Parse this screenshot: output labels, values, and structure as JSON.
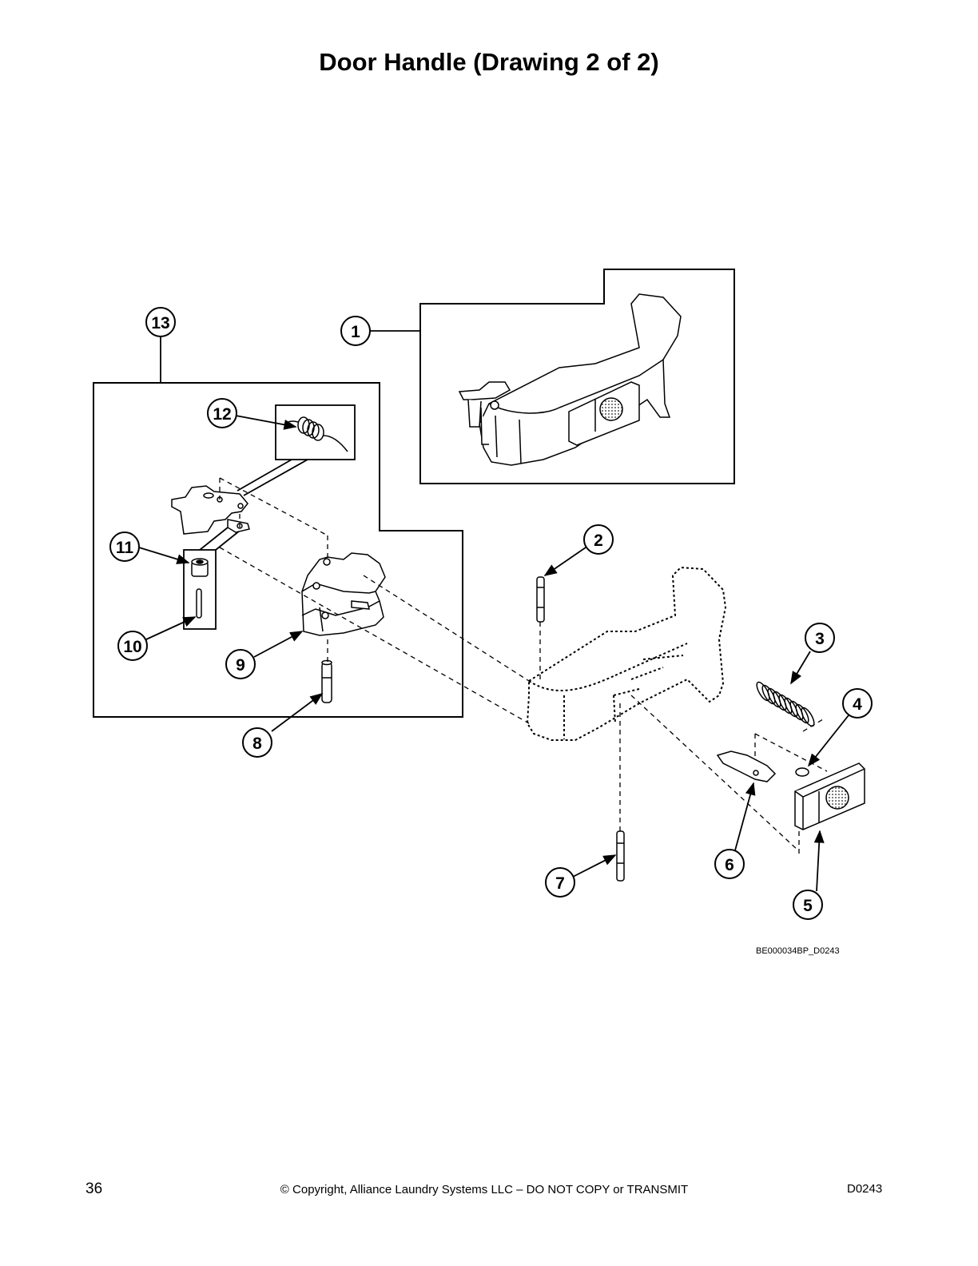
{
  "page": {
    "title": "Door Handle (Drawing 2 of 2)",
    "drawing_code": "BE000034BP_D0243",
    "footer": {
      "page_number": "36",
      "copyright": "© Copyright, Alliance Laundry Systems LLC – DO NOT COPY or TRANSMIT",
      "doc_code": "D0243"
    }
  },
  "callouts": {
    "c1": "1",
    "c2": "2",
    "c3": "3",
    "c4": "4",
    "c5": "5",
    "c6": "6",
    "c7": "7",
    "c8": "8",
    "c9": "9",
    "c10": "10",
    "c11": "11",
    "c12": "12",
    "c13": "13"
  }
}
